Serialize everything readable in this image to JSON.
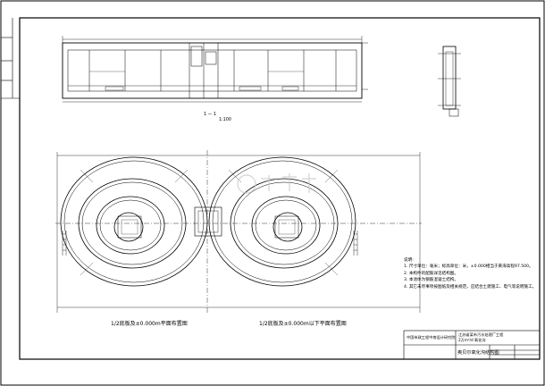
{
  "drawing": {
    "section_label": "1 — 1",
    "section_scale": "1:100",
    "plan_left_caption": "1/2底板及±0.000m平面布置图",
    "plan_right_caption": "1/2底板及±0.000m以下平面布置图",
    "notes": {
      "title": "说明:",
      "lines": [
        "1. 尺寸单位：毫米；标高单位：米，±0.000相当于黄海高程97.500。",
        "2. 本构件的配筋详见结构图。",
        "3. 本池体为钢筋混凝土结构。",
        "4. 其它未尽事项按图纸及相关规范，应结合土建施工、电气等说明施工。"
      ]
    },
    "title_block": {
      "design_institute": "中国市政工程中南设计研究院",
      "project_line_1": "江苏省某市污水处理厂工程",
      "project_line_2": "2万m³/d 氧化沟",
      "drawing_name": "奥贝尔氧化沟结构图"
    },
    "colors": {
      "line": "#000000",
      "background": "#ffffff",
      "watermark": "#c9c9c9"
    }
  }
}
